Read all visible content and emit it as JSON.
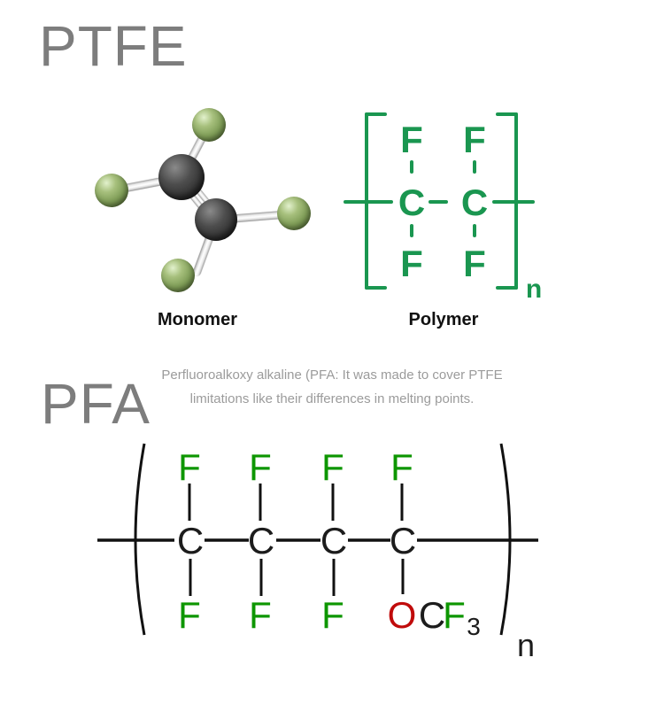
{
  "colors": {
    "title_gray": "#7d7d7d",
    "caption_gray": "#9b9b9b",
    "ptfe_formula_green": "#1a9650",
    "pfa_fluorine_green": "#0d9600",
    "pfa_oxygen_red": "#c00b0b",
    "pfa_carbon_black": "#1c1c1c",
    "label_black": "#111111",
    "monomer_carbon_color": "#3a3a3a",
    "monomer_fluorine_color": "#84a15d",
    "monomer_bond_color": "#f0f0f0"
  },
  "ptfe": {
    "title": "PTFE",
    "monomer_label": "Monomer",
    "polymer_label": "Polymer",
    "formula": {
      "F": "F",
      "C": "C",
      "n": "n"
    }
  },
  "pfa": {
    "title": "PFA",
    "caption_line1": "Perfluoroalkoxy alkaline (PFA: It was made to cover PTFE",
    "caption_line2": "limitations like their differences in melting points.",
    "formula": {
      "F": "F",
      "C": "C",
      "O": "O",
      "sub3": "3",
      "n": "n"
    }
  }
}
